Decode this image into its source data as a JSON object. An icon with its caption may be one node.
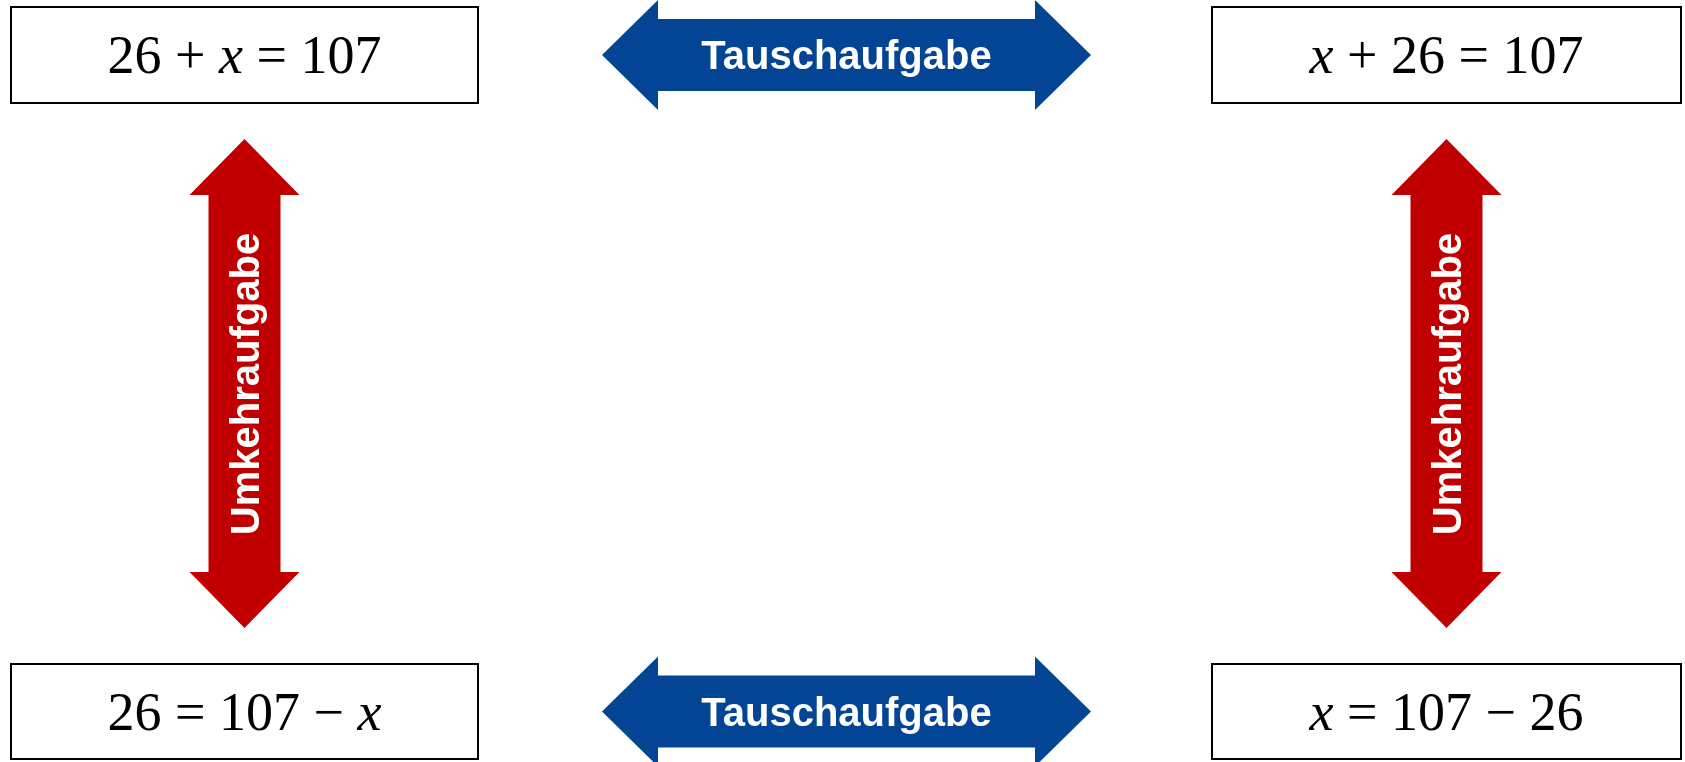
{
  "diagram": {
    "nodes": [
      {
        "text": [
          "26 + *x* = 107"
        ]
      },
      {
        "text": [
          "*x* + 26 = 107"
        ]
      },
      {
        "text": [
          "26 = 107 − *x*"
        ]
      },
      {
        "text": [
          "*x* = 107 − 26"
        ]
      }
    ],
    "edges": [
      {
        "from": 0,
        "to": 1,
        "arrow": "both",
        "label": "Tauschaufgabe",
        "color": "#034594"
      },
      {
        "from": 0,
        "to": 2,
        "arrow": "both",
        "label": "Umkehraufgabe",
        "color": "#c00000"
      },
      {
        "from": 1,
        "to": 3,
        "arrow": "both",
        "label": "Umkehraufgabe",
        "color": "#c00000"
      },
      {
        "from": 2,
        "to": 3,
        "arrow": "both",
        "label": "Tauschaufgabe",
        "color": "#034594"
      }
    ]
  }
}
